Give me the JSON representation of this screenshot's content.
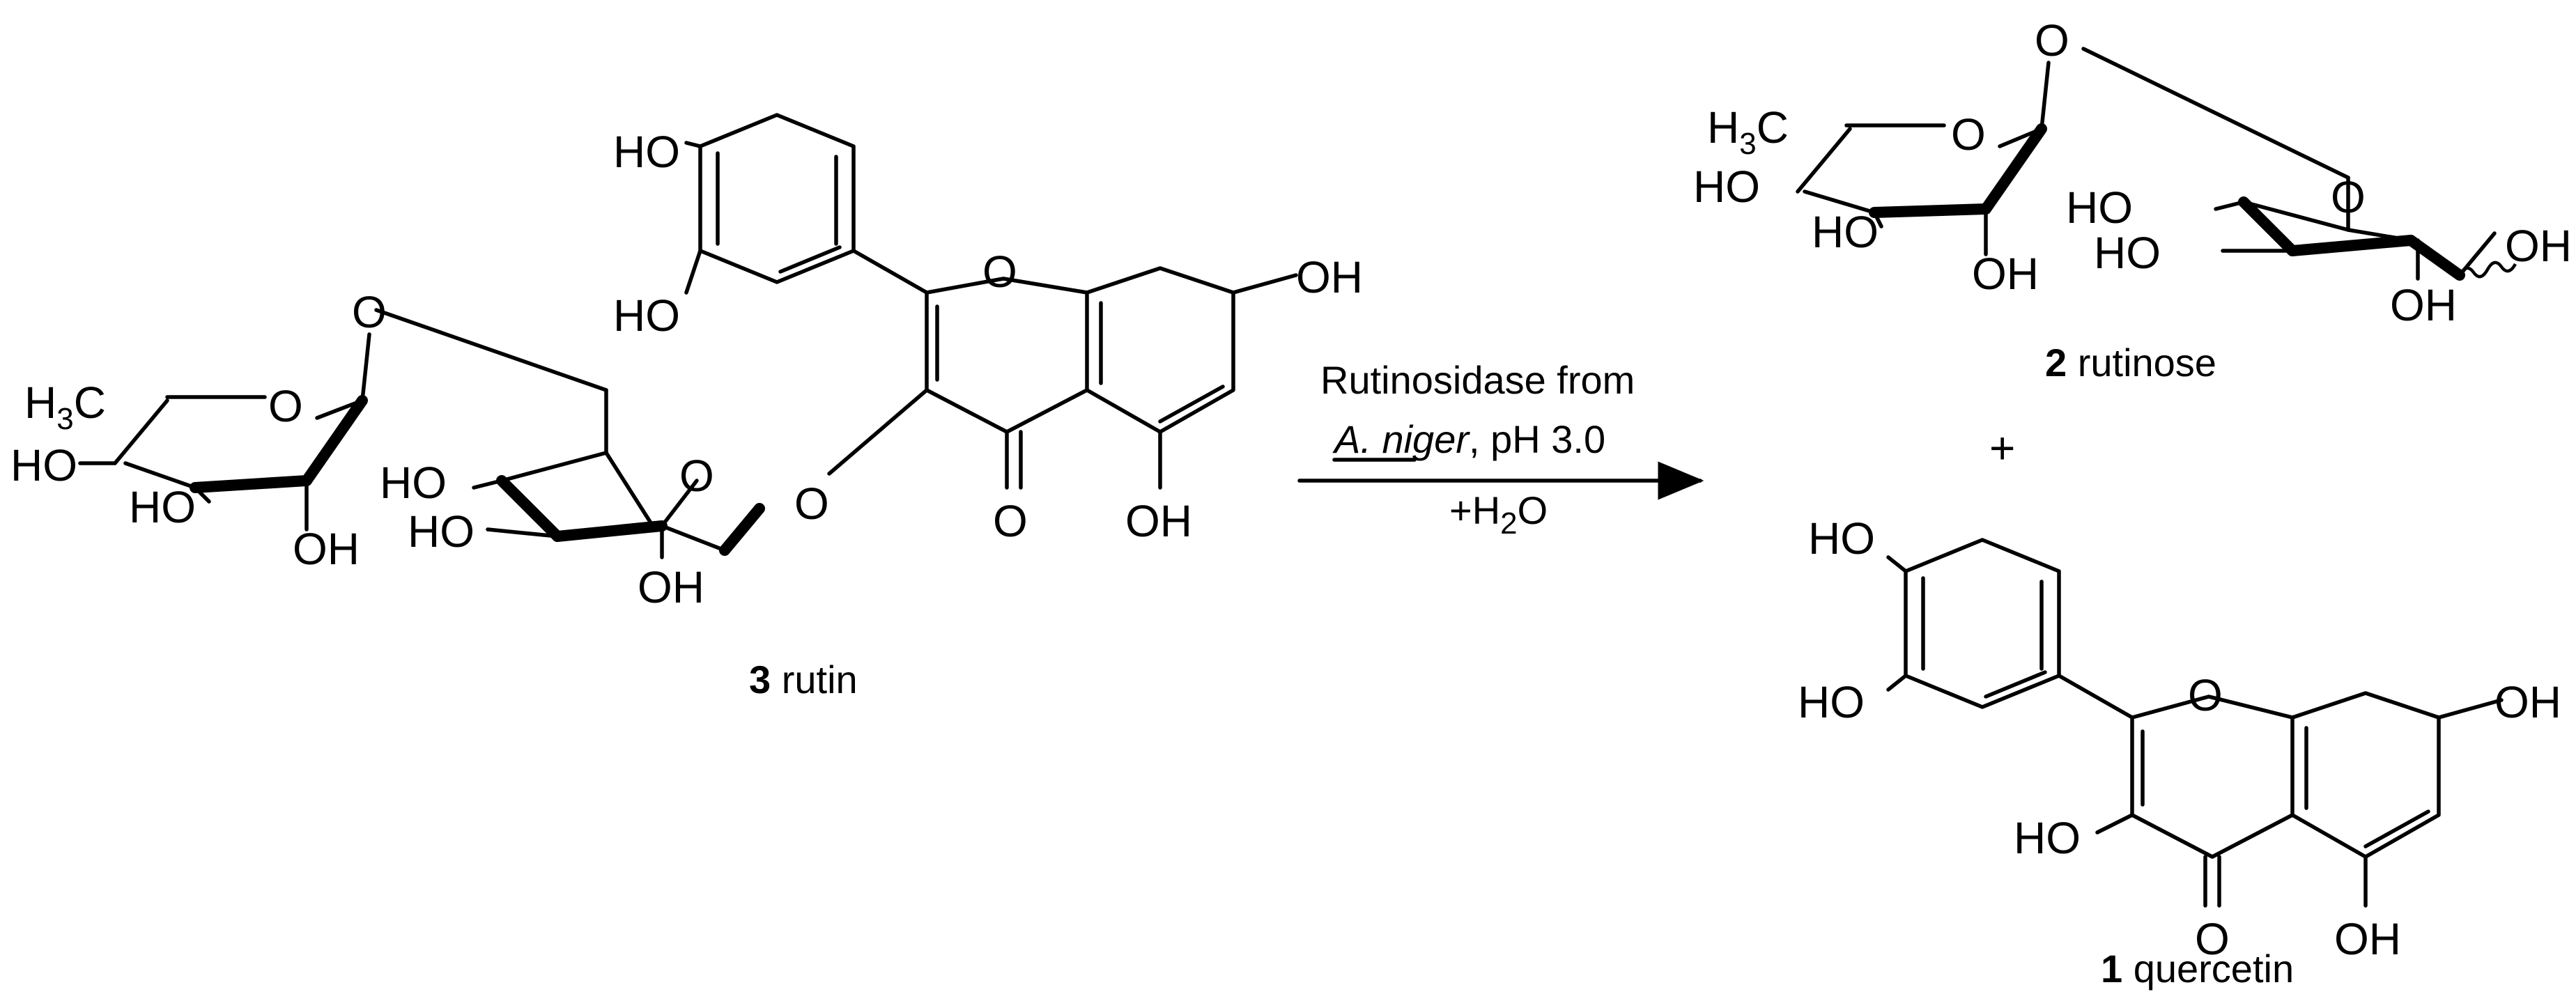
{
  "reaction": {
    "reagent_line1": "Rutinosidase from",
    "reagent_species": "A. niger",
    "reagent_ph": ", pH 3.0",
    "water_plus": "+H",
    "water_sub": "2",
    "water_o": "O"
  },
  "rutin": {
    "number": "3",
    "name": " rutin"
  },
  "rutinose": {
    "number": "2",
    "name": " rutinose"
  },
  "quercetin": {
    "number": "1",
    "name": " quercetin"
  },
  "plus_sign": "+",
  "labels": {
    "ho": "HO",
    "oh": "OH",
    "o": "O",
    "h3": "H",
    "three": "3",
    "c": "C"
  }
}
